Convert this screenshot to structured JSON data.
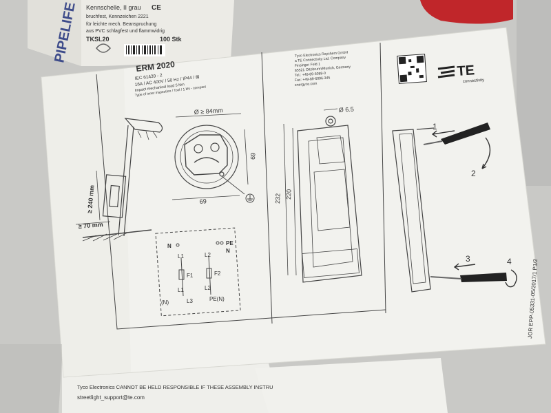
{
  "box": {
    "brand": "PIPELIFE",
    "line1": "Kennschelle, II grau",
    "line2": "bruchfest, Kennzeichen 2221",
    "line3": "für leichte mech. Beanspruchung",
    "line4": "aus PVC schlagfest und flammwidrig",
    "code": "TKSL20",
    "qty": "100 Stk",
    "ce": "CE"
  },
  "sheet": {
    "model": "ERM 2020",
    "std1": "IEC 61439 - 2",
    "std2": "16A / AC 400V / 50 Hz / IP44 / ⊠",
    "std3": "Impact mechanical load 5 Nm",
    "std4": "Type of inner inspection / Tool / 1 kN - compact",
    "dim_diam84": "Ø ≥ 84mm",
    "dim_69v": "69",
    "dim_69h": "69",
    "dim_240": "≥ 240 mm",
    "dim_70": "≥ 70 mm",
    "wiring": {
      "n_top": "N",
      "pe_top": "PE",
      "n_top2": "N",
      "l1_top": "L1",
      "l2_top": "L2",
      "f1": "F1",
      "f2": "F2",
      "l1_bot": "L1",
      "l2_bot": "L2",
      "n_bot": "(N)",
      "l3_bot": "L3",
      "pe_bot": "PE(N)"
    },
    "company": {
      "l1": "Tyco Electronics Raychem GmbH",
      "l2": "a TE Connectivity Ltd. Company",
      "l3": "Finsinger Feld 1",
      "l4": "85521 Ottobrunn/Munich, Germany",
      "l5": "Tel.: +49-89-6089-0",
      "l6": "Fax: +49-89-6096-345",
      "l7": "energy.te.com"
    },
    "dim_65": "Ø 6.5",
    "dim_232": "232",
    "dim_220": "220",
    "logo_main": "TE",
    "logo_sub": "connectivity",
    "step1": "1",
    "step2": "2",
    "step3": "3",
    "step4": "4",
    "docref": "JOR EPP-05331-05/2017/1 P1/2"
  },
  "lower": {
    "disclaimer": "Tyco Electronics  CANNOT BE HELD RESPONSIBLE IF THESE ASSEMBLY INSTRU",
    "email": "streetlight_support@te.com"
  },
  "colors": {
    "paper": "#f2f2ee",
    "ink": "#3a3a3a",
    "box_blue": "#3d4b8a",
    "red": "#c0262a"
  }
}
